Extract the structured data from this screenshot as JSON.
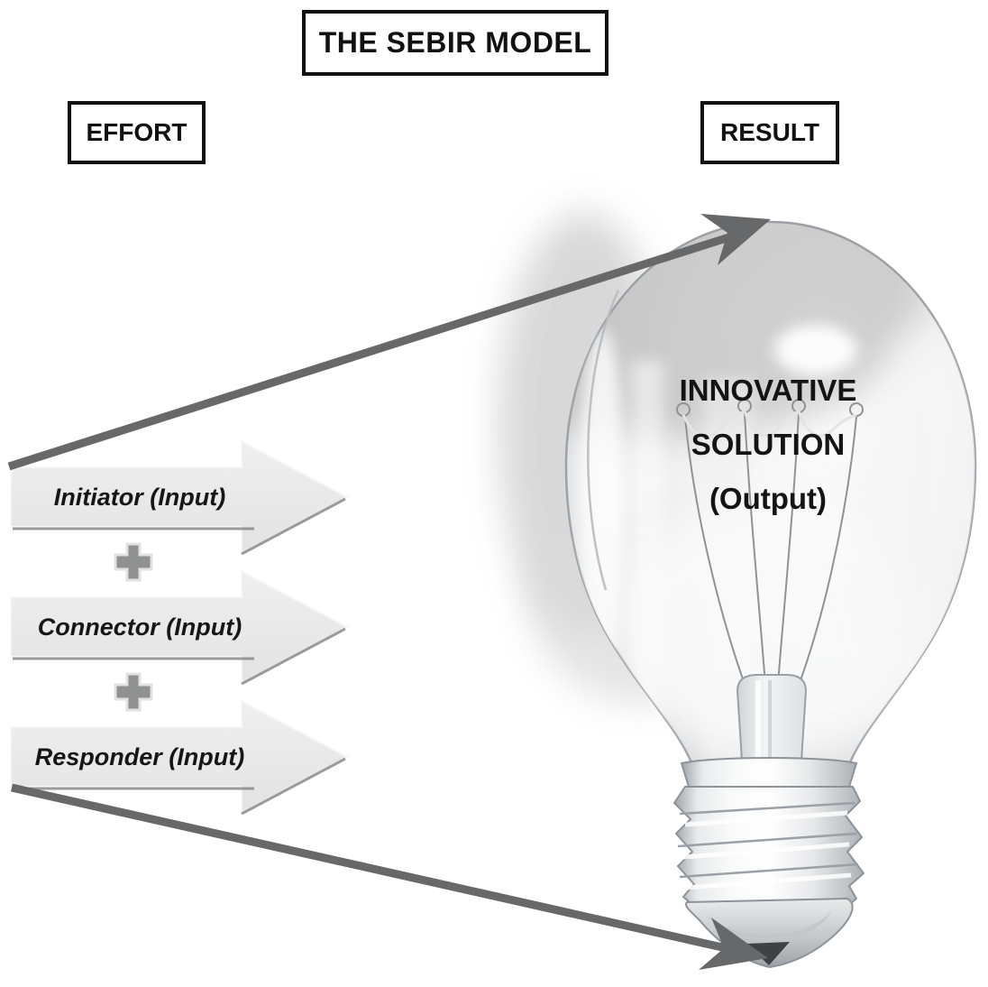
{
  "diagram": {
    "title": "THE SEBIR MODEL",
    "left_column_header": "EFFORT",
    "right_column_header": "RESULT",
    "inputs": [
      {
        "label": "Initiator (Input)"
      },
      {
        "label": "Connector (Input)"
      },
      {
        "label": "Responder (Input)"
      }
    ],
    "output": {
      "lines": [
        "INNOVATIVE",
        "SOLUTION",
        "(Output)"
      ]
    },
    "icons": {
      "separator": "plus-icon",
      "input_arrow": "block-arrow-right-icon",
      "flow_arrow_top": "diagonal-arrow-up-right-icon",
      "flow_arrow_bottom": "diagonal-arrow-down-right-icon",
      "result_illustration": "light-bulb-icon"
    },
    "colors": {
      "background": "#ffffff",
      "box_border": "#111111",
      "text": "#111111",
      "input_arrow_fill": "#e9e9e9",
      "input_arrow_edge": "#f7f7f7",
      "input_arrow_shadow": "#8a8a8a",
      "flow_arrow": "#66686a",
      "plus_sign": "#8f9193",
      "bulb_outline": "#9ba1a8",
      "bulb_base_tip": "#3f4144"
    }
  }
}
